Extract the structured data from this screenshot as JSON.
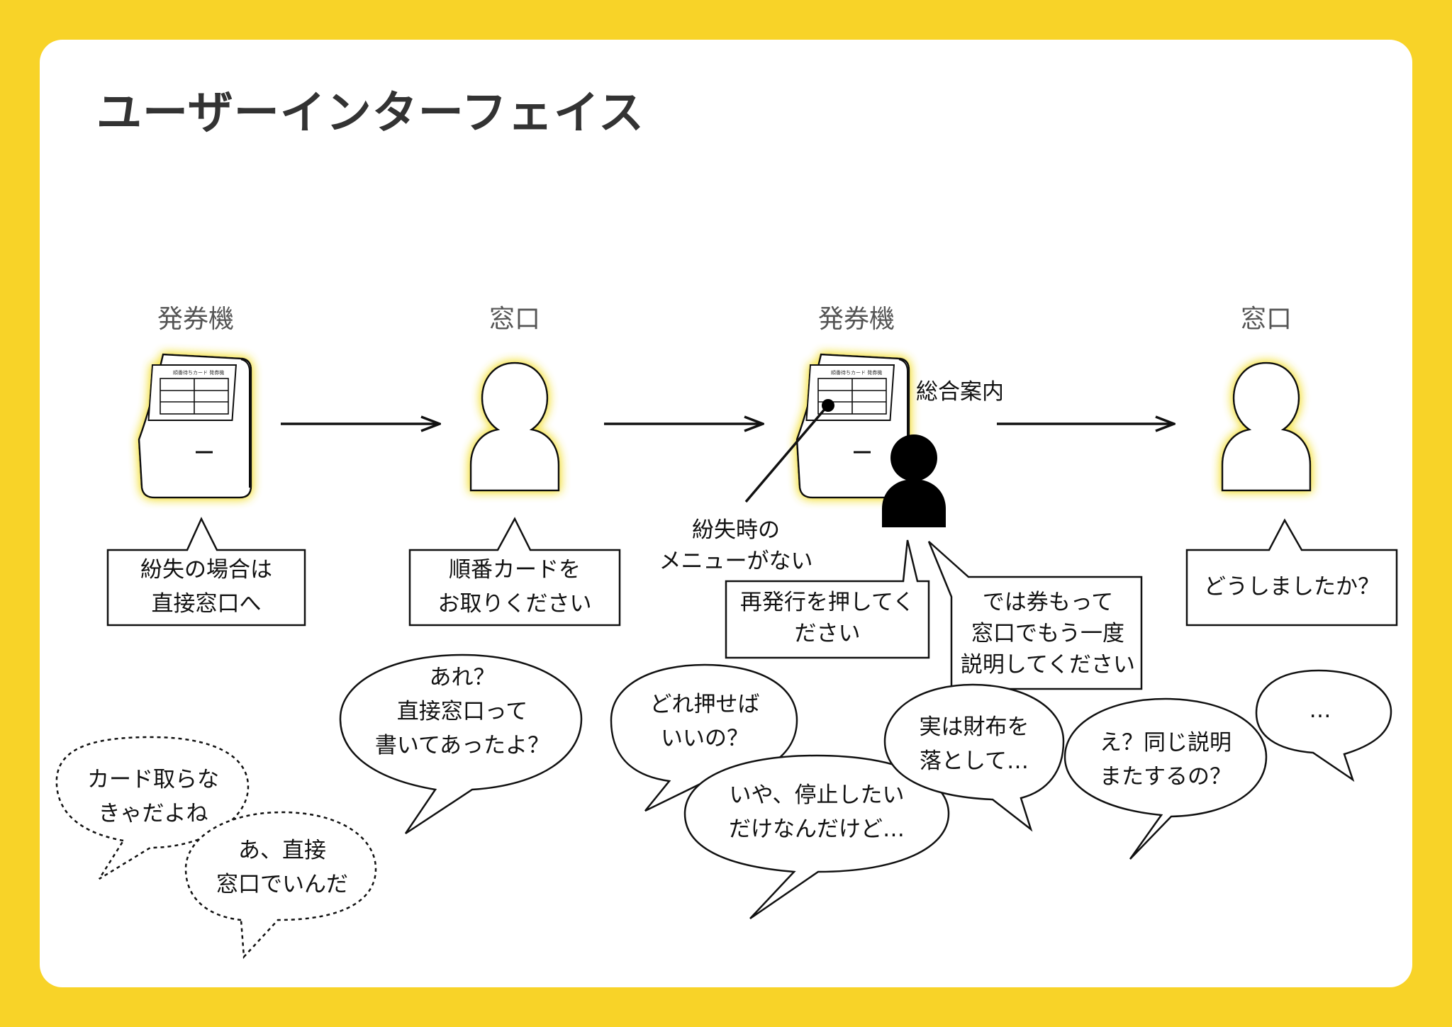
{
  "title": "ユーザーインターフェイス",
  "stations": {
    "kiosk1": "発券機",
    "window1": "窓口",
    "kiosk2": "発券機",
    "window2": "窓口"
  },
  "kiosk_screen_text": "順番待ちカード 発券機",
  "info_desk_label": "総合案内",
  "annotation": [
    "紛失時の",
    "メニューがない"
  ],
  "signs": {
    "kiosk1_sign": [
      "紛失の場合は",
      "直接窓口へ"
    ],
    "window1_sign": [
      "順番カードを",
      "お取りください"
    ],
    "kiosk2_sign": [
      "再発行を押してく",
      "ださい"
    ],
    "info_sign": [
      "では券もって",
      "窓口でもう一度",
      "説明してください"
    ],
    "window2_sign": [
      "どうしましたか？"
    ]
  },
  "thoughts": {
    "t1": [
      "カード取らな",
      "きゃだよね"
    ],
    "t2": [
      "あ、直接",
      "窓口でいんだ"
    ]
  },
  "speech": {
    "s1": [
      "あれ？",
      "直接窓口って",
      "書いてあったよ？"
    ],
    "s2": [
      "どれ押せば",
      "いいの？"
    ],
    "s3": [
      "いや、停止したい",
      "だけなんだけど…"
    ],
    "s4": [
      "実は財布を",
      "落として…"
    ],
    "s5": [
      "え？同じ説明",
      "またするの？"
    ],
    "s6": [
      "…"
    ]
  },
  "colors": {
    "background": "#F8D328",
    "card": "#FFFFFF",
    "highlight": "#F5E34A",
    "ink": "#111111"
  }
}
